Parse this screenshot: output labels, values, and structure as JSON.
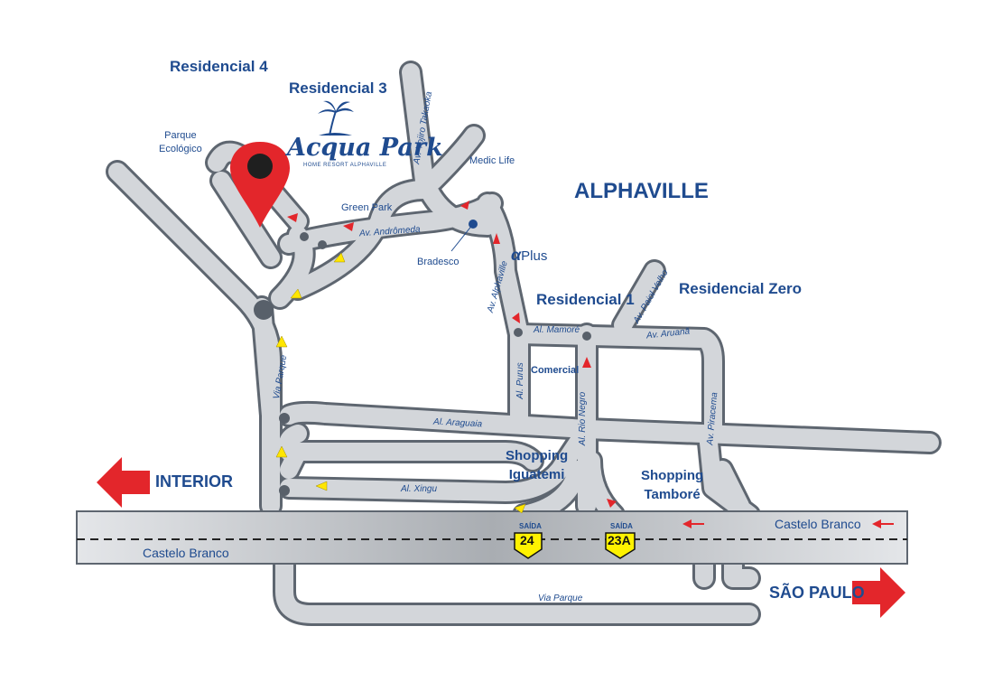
{
  "places": {
    "residencial4": "Residencial 4",
    "residencial3": "Residencial 3",
    "parque_ecologico": "Parque\nEcológico",
    "green_park": "Green Park",
    "medic_life": "Medic Life",
    "alphaville": "ALPHAVILLE",
    "bradesco": "Bradesco",
    "alpha_plus": "Plus",
    "residencial1": "Residencial 1",
    "residencial_zero": "Residencial Zero",
    "comercial": "Comercial",
    "shopping_iguatemi": "Shopping\nIguatemi",
    "shopping_tambore": "Shopping\nTamboré",
    "interior": "INTERIOR",
    "sao_paulo": "SÃO PAULO"
  },
  "logo": {
    "name": "Acqua Park",
    "subtitle": "HOME RESORT ALPHAVILLE"
  },
  "streets": {
    "av_yojiro": "Av. Yojiro Takaoka",
    "av_andromeda": "Av. Andrômeda",
    "av_alphaville": "Av. Alphaville",
    "al_mamore": "Al. Mamoré",
    "av_paiol": "Av. Paiol Velho",
    "av_aruana": "Av. Aruanã",
    "al_purus": "Al. Purus",
    "al_rio_negro": "Al. Rio Negro",
    "av_piracema": "Av. Piracema",
    "via_parque_left": "Via Parque",
    "al_araguaia": "Al. Araguaia",
    "al_xingu": "Al. Xingu",
    "castelo_branco_left": "Castelo Branco",
    "castelo_branco_right": "Castelo Branco",
    "via_parque_bottom": "Via Parque"
  },
  "exits": [
    {
      "caption": "SAÍDA",
      "number": "24"
    },
    {
      "caption": "SAÍDA",
      "number": "23A"
    }
  ],
  "colors": {
    "road_fill": "#d3d6da",
    "road_edge": "#5e6670",
    "label": "#1f4b8f",
    "arrow_red": "#e3262b",
    "arrow_yellow": "#ffe600",
    "shield_yellow": "#fff200"
  }
}
